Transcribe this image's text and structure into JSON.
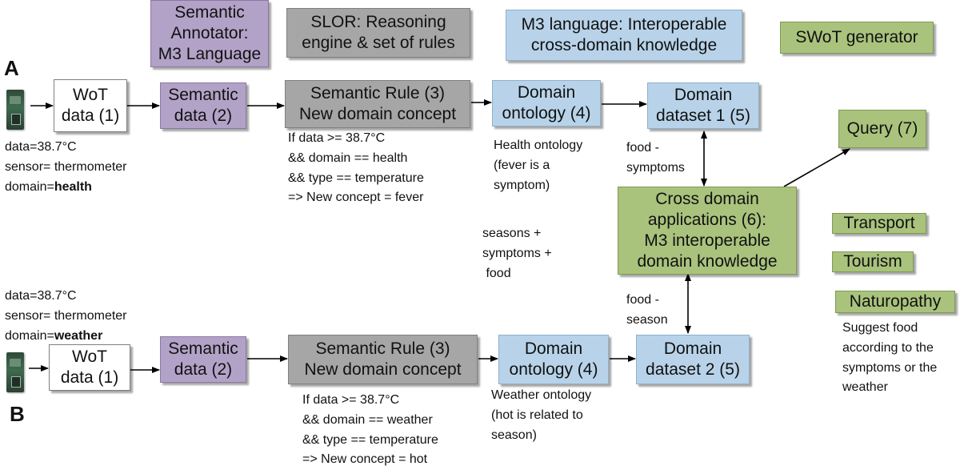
{
  "top_boxes": {
    "annotator": "Semantic\nAnnotator:\nM3 Language",
    "slor": "SLOR: Reasoning\nengine & set of rules",
    "m3": "M3 language: Interoperable\ncross-domain knowledge",
    "swot": "SWoT generator"
  },
  "row_a": {
    "label": "A",
    "wot": "WoT\ndata (1)",
    "semantic": "Semantic\ndata (2)",
    "rule": "Semantic Rule (3)\nNew domain concept",
    "ontology": "Domain\nontology (4)",
    "dataset": "Domain\ndataset 1 (5)",
    "sensor_data": "data=38.7°C",
    "sensor_type": "sensor= thermometer",
    "domain_prefix": "domain=",
    "domain_value": "health",
    "rule_text": "If data >= 38.7°C\n&& domain == health\n&& type == temperature\n=> New concept = fever",
    "ontology_text": "Health ontology\n(fever is a\nsymptom)"
  },
  "row_b": {
    "label": "B",
    "wot": "WoT\ndata (1)",
    "semantic": "Semantic\ndata (2)",
    "rule": "Semantic Rule (3)\nNew domain concept",
    "ontology": "Domain\nontology (4)",
    "dataset": "Domain\ndataset 2 (5)",
    "sensor_data": "data=38.7°C",
    "sensor_type": "sensor= thermometer",
    "domain_prefix": "domain=",
    "domain_value": "weather",
    "rule_text": "If data >= 38.7°C\n&& domain == weather\n&& type == temperature\n=> New concept = hot",
    "ontology_text": "Weather ontology\n(hot is related to\nseason)"
  },
  "center": {
    "cross": "Cross domain\napplications (6):\nM3 interoperable\ndomain knowledge",
    "query": "Query (7)",
    "link_top": "food -\nsymptoms",
    "link_bottom": "food -\nseason",
    "middle_note": "seasons +\nsymptoms +\n food"
  },
  "apps": {
    "transport": "Transport",
    "tourism": "Tourism",
    "naturopathy": "Naturopathy",
    "naturopathy_text": "Suggest food\naccording to the\nsymptoms or the\nweather"
  },
  "colors": {
    "purple": "#b3a2c7",
    "gray": "#a6a6a6",
    "blue": "#b8d3e9",
    "green": "#a9c37d"
  }
}
